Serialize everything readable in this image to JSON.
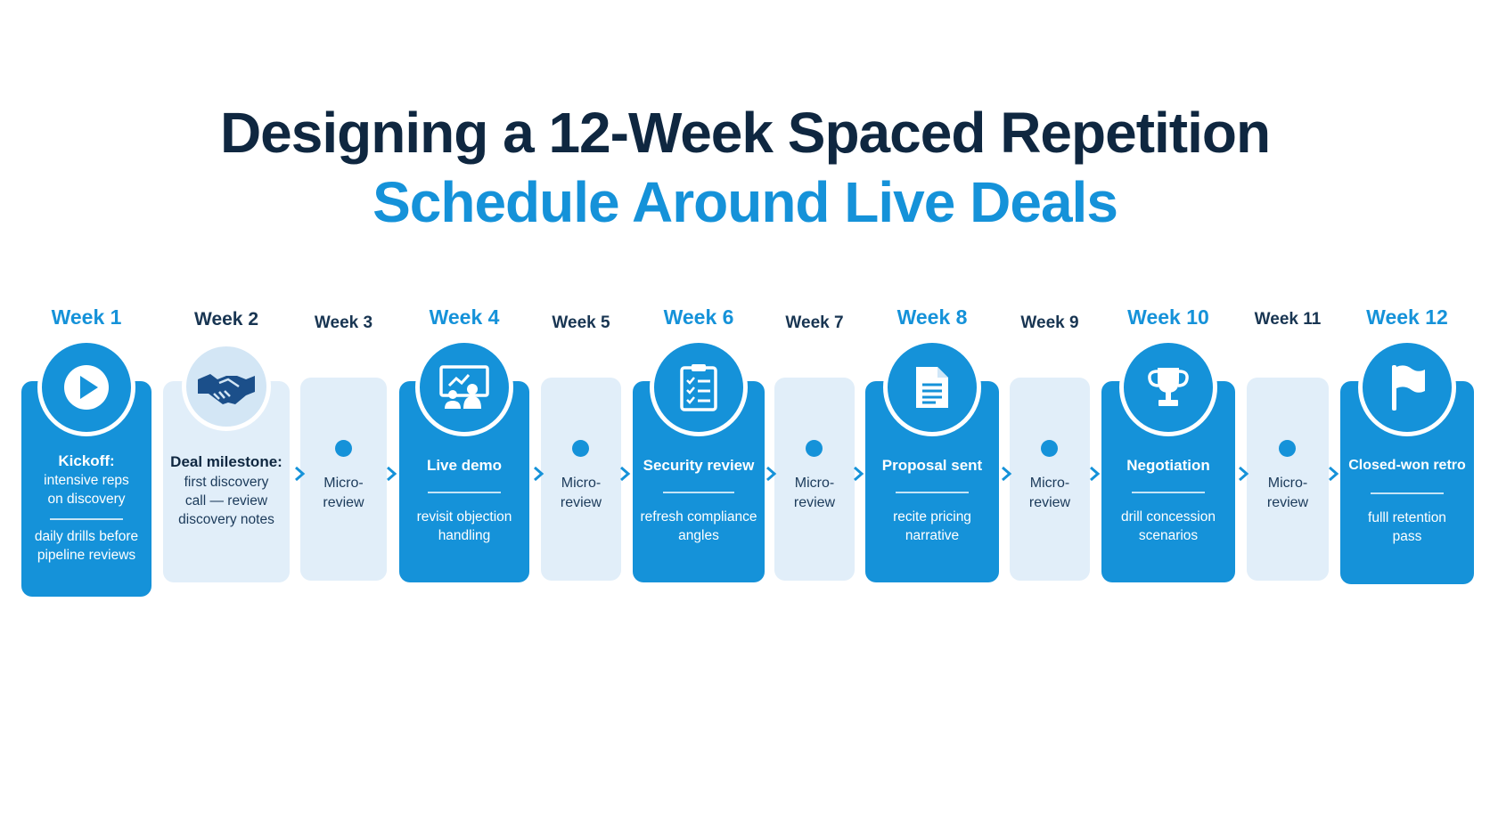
{
  "title": {
    "line1": "Designing a 12-Week Spaced Repetition",
    "line2": "Schedule Around Live Deals"
  },
  "colors": {
    "primary": "#1592d9",
    "dark": "#0f2740",
    "light": "#e1eef9"
  },
  "weeks": [
    {
      "label": "Week 1",
      "type": "major",
      "icon": "play-icon",
      "head": "Kickoff:",
      "body1": "intensive reps on discovery",
      "body2": "daily drills before pipeline reviews"
    },
    {
      "label": "Week 2",
      "type": "milestone",
      "icon": "handshake-icon",
      "head": "Deal milestone:",
      "body1": "first discovery call — review discovery notes"
    },
    {
      "label": "Week 3",
      "type": "minor",
      "text": "Micro-review"
    },
    {
      "label": "Week 4",
      "type": "major",
      "icon": "presentation-icon",
      "head": "Live demo",
      "body1": "revisit objection handling"
    },
    {
      "label": "Week 5",
      "type": "minor",
      "text": "Micro-review"
    },
    {
      "label": "Week 6",
      "type": "major",
      "icon": "checklist-icon",
      "head": "Security review",
      "body1": "refresh compliance angles"
    },
    {
      "label": "Week 7",
      "type": "minor",
      "text": "Micro-review"
    },
    {
      "label": "Week 8",
      "type": "major",
      "icon": "document-icon",
      "head": "Proposal sent",
      "body1": "recite pricing narrative"
    },
    {
      "label": "Week 9",
      "type": "minor",
      "text": "Micro-review"
    },
    {
      "label": "Week 10",
      "type": "major",
      "icon": "trophy-icon",
      "head": "Negotiation",
      "body1": "drill concession scenarios"
    },
    {
      "label": "Week 11",
      "type": "minor",
      "text": "Micro-review"
    },
    {
      "label": "Week 12",
      "type": "major",
      "icon": "flag-icon",
      "head": "Closed-won retro",
      "body1": "fulll retention pass"
    }
  ]
}
